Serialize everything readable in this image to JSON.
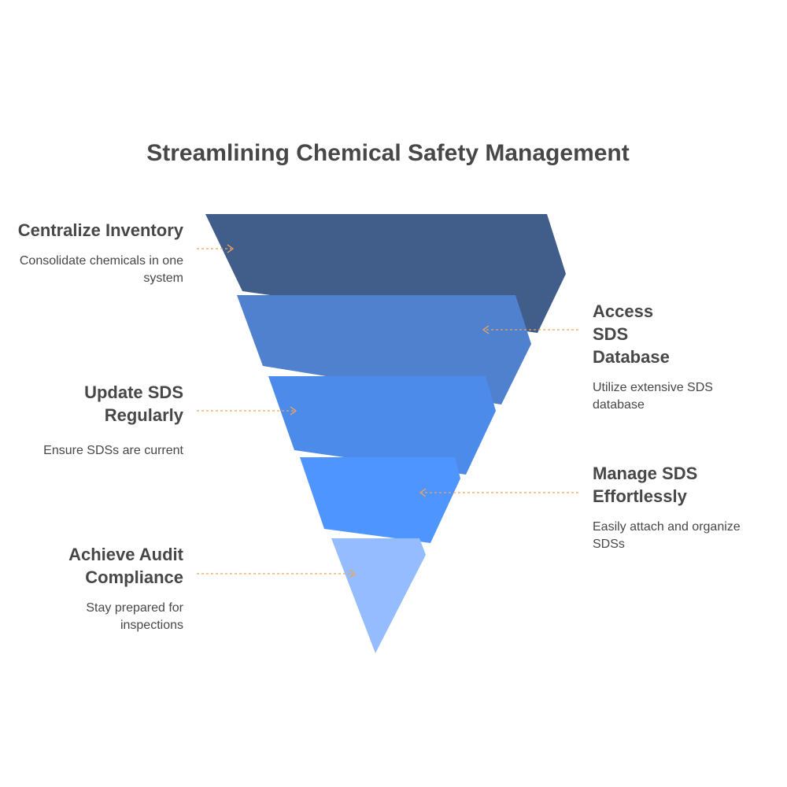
{
  "title": "Streamlining Chemical Safety Management",
  "colors": {
    "stage_1": "#415e8a",
    "stage_2": "#5081cf",
    "stage_3": "#4c8bea",
    "stage_4": "#4f95ff",
    "stage_5": "#94bcff",
    "connector": "#f0a35e",
    "text": "#474747"
  },
  "stages": [
    {
      "title": "Centralize Inventory",
      "description": "Consolidate chemicals in one system",
      "side": "left"
    },
    {
      "title": "Access SDS Database",
      "description": "Utilize extensive SDS database",
      "side": "right"
    },
    {
      "title": "Update SDS Regularly",
      "description": "Ensure SDSs are current",
      "side": "left"
    },
    {
      "title": "Manage SDS Effortlessly",
      "description": "Easily attach and organize SDSs",
      "side": "right"
    },
    {
      "title": "Achieve Audit Compliance",
      "description": "Stay prepared for inspections",
      "side": "left"
    }
  ]
}
